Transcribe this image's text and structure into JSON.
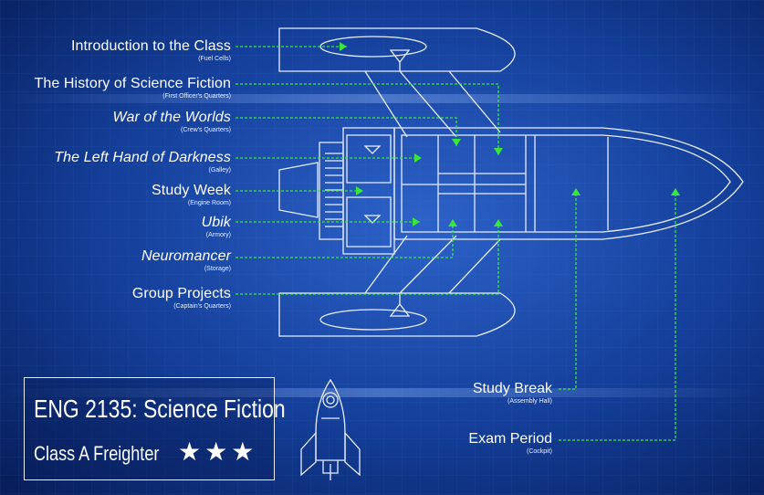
{
  "sections": [
    {
      "title": "Introduction to the Class",
      "subtitle": "(Fuel Cells)",
      "italic": false
    },
    {
      "title": "The History of Science Fiction",
      "subtitle": "(First Officer's Quarters)",
      "italic": false
    },
    {
      "title": "War of the Worlds",
      "subtitle": "(Crew's Quarters)",
      "italic": true
    },
    {
      "title": "The Left Hand of Darkness",
      "subtitle": "(Galley)",
      "italic": true
    },
    {
      "title": "Study Week",
      "subtitle": "(Engine Room)",
      "italic": false
    },
    {
      "title": "Ubik",
      "subtitle": "(Armory)",
      "italic": true
    },
    {
      "title": "Neuromancer",
      "subtitle": "(Storage)",
      "italic": true
    },
    {
      "title": "Group Projects",
      "subtitle": "(Captain's Quarters)",
      "italic": false
    }
  ],
  "right_sections": [
    {
      "title": "Study Break",
      "subtitle": "(Assembly Hall)"
    },
    {
      "title": "Exam Period",
      "subtitle": "(Cockpit)"
    }
  ],
  "course": {
    "title": "ENG 2135: Science Fiction",
    "ship_class": "Class A Freighter",
    "rating": 3
  },
  "colors": {
    "background": "#0b2a6e",
    "blueprint_line": "#e8eefc",
    "pointer": "#39e639"
  },
  "icons": [
    "rocket-icon",
    "star-icon"
  ]
}
